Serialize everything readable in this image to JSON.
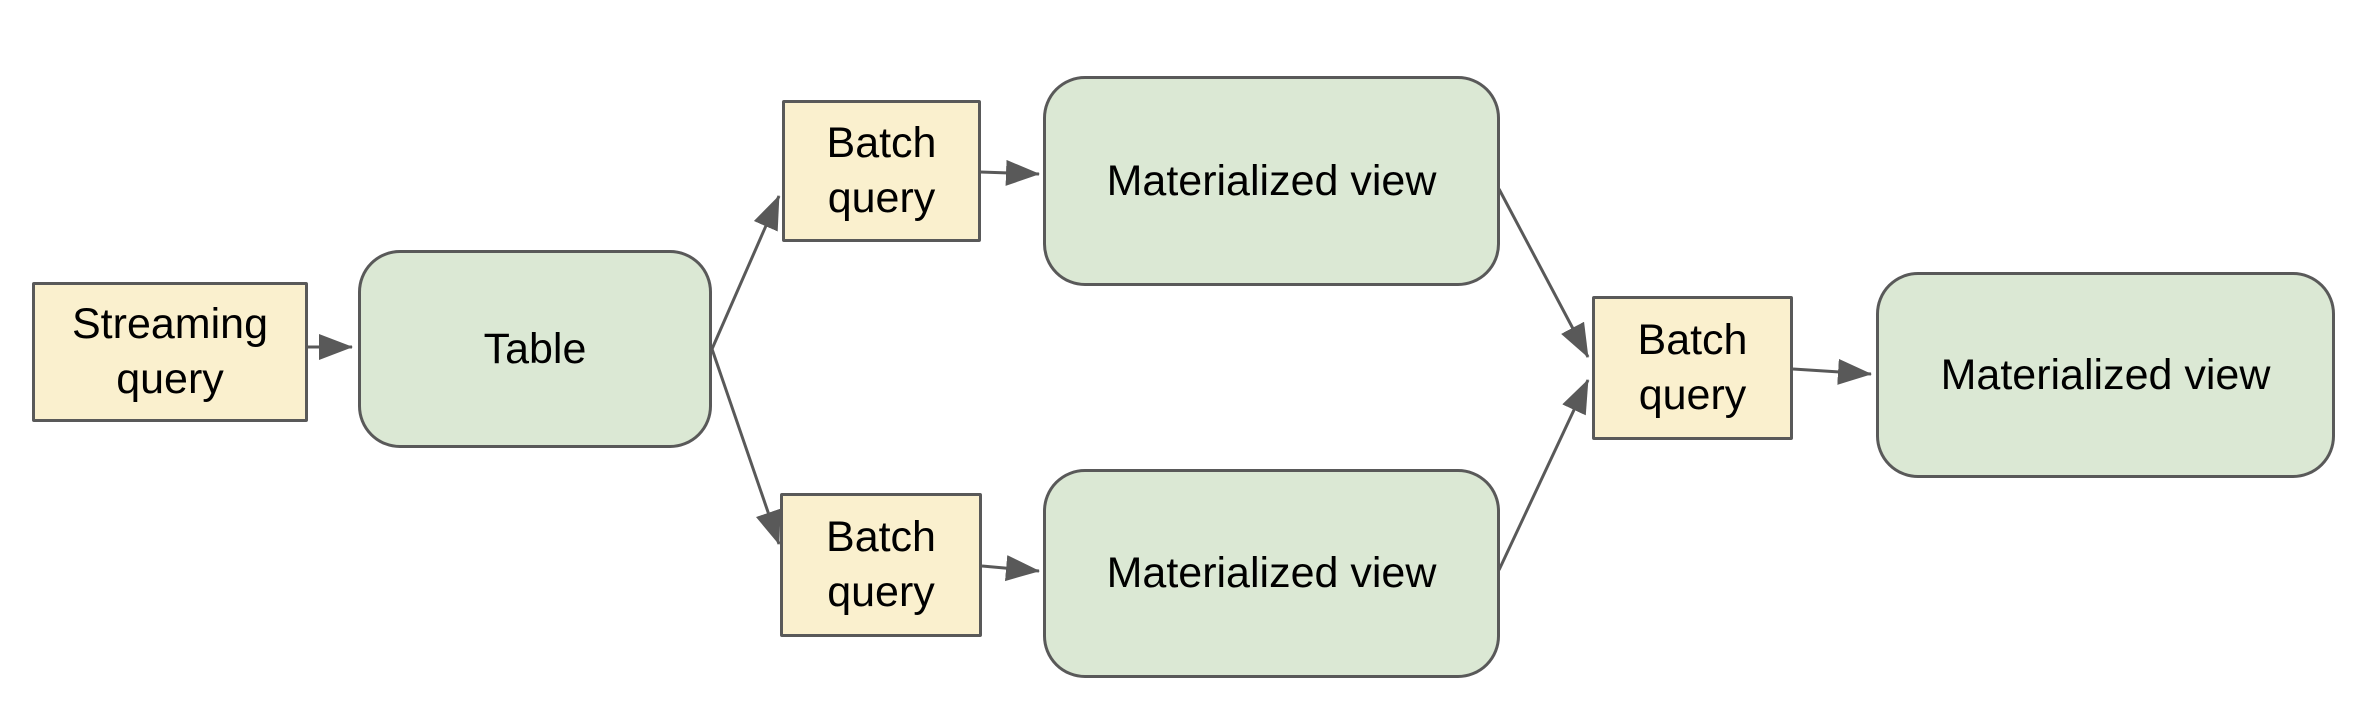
{
  "colors": {
    "query_fill": "#faf0ce",
    "object_fill": "#dbe8d4",
    "line_gray": "#595959",
    "text": "#000000",
    "page_bg": "#ffffff"
  },
  "diagram": {
    "nodes": {
      "streaming_query": {
        "label": "Streaming query",
        "shape": "rectangle",
        "fill": "#faf0ce"
      },
      "table": {
        "label": "Table",
        "shape": "rounded",
        "fill": "#dbe8d4"
      },
      "batch_query_top": {
        "label": "Batch query",
        "shape": "rectangle",
        "fill": "#faf0ce"
      },
      "materialized_view_top": {
        "label": "Materialized view",
        "shape": "rounded",
        "fill": "#dbe8d4"
      },
      "batch_query_bottom": {
        "label": "Batch query",
        "shape": "rectangle",
        "fill": "#faf0ce"
      },
      "materialized_view_bottom": {
        "label": "Materialized view",
        "shape": "rounded",
        "fill": "#dbe8d4"
      },
      "batch_query_right": {
        "label": "Batch query",
        "shape": "rectangle",
        "fill": "#faf0ce"
      },
      "materialized_view_right": {
        "label": "Materialized view",
        "shape": "rounded",
        "fill": "#dbe8d4"
      }
    },
    "edges": [
      {
        "from": "streaming_query",
        "to": "table"
      },
      {
        "from": "table",
        "to": "batch_query_top"
      },
      {
        "from": "table",
        "to": "batch_query_bottom"
      },
      {
        "from": "batch_query_top",
        "to": "materialized_view_top"
      },
      {
        "from": "batch_query_bottom",
        "to": "materialized_view_bottom"
      },
      {
        "from": "materialized_view_top",
        "to": "batch_query_right"
      },
      {
        "from": "materialized_view_bottom",
        "to": "batch_query_right"
      },
      {
        "from": "batch_query_right",
        "to": "materialized_view_right"
      }
    ]
  }
}
